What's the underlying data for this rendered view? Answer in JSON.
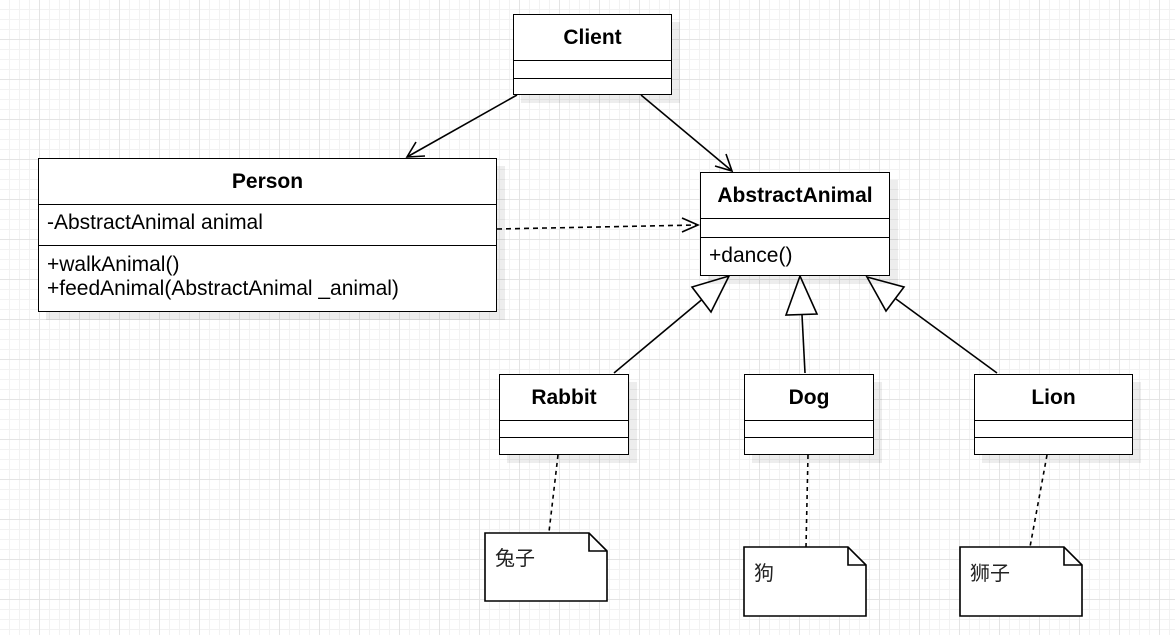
{
  "classes": {
    "client": {
      "name": "Client"
    },
    "person": {
      "name": "Person",
      "attributes": [
        "-AbstractAnimal animal"
      ],
      "operations": [
        "+walkAnimal()",
        "+feedAnimal(AbstractAnimal _animal)"
      ]
    },
    "abstract_animal": {
      "name": "AbstractAnimal",
      "operations": [
        "+dance()"
      ]
    },
    "rabbit": {
      "name": "Rabbit"
    },
    "dog": {
      "name": "Dog"
    },
    "lion": {
      "name": "Lion"
    }
  },
  "notes": {
    "rabbit": "兔子",
    "dog": "狗",
    "lion": "狮子"
  }
}
